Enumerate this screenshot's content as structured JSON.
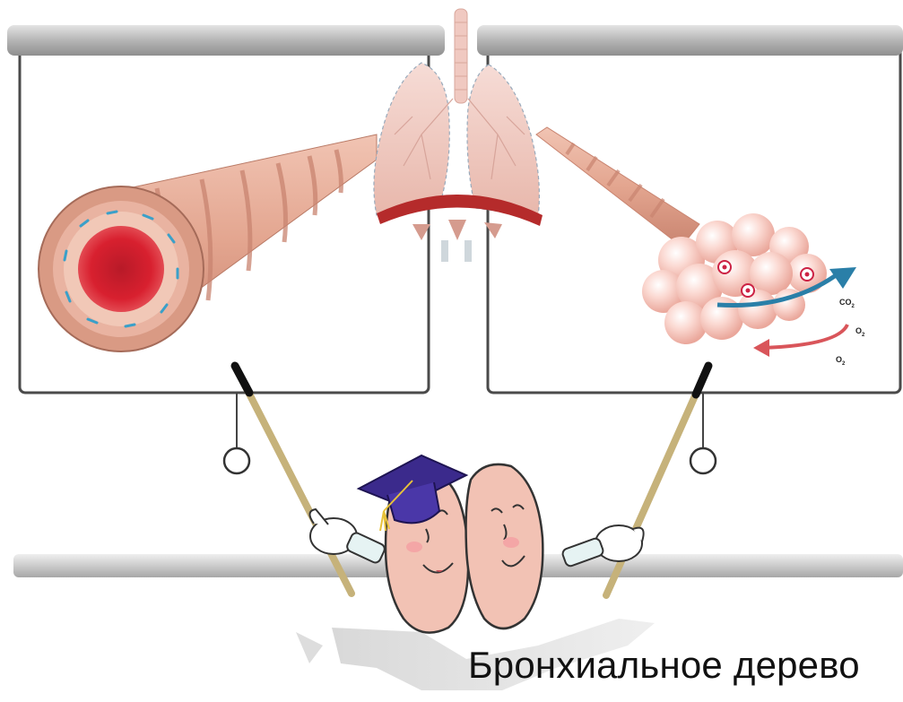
{
  "caption": "Бронхиальное дерево",
  "gas_labels": {
    "co2": "CO",
    "co2_sub": "2",
    "o2_in": "O",
    "o2_in_sub": "2",
    "o2_out": "O",
    "o2_out_sub": "2"
  },
  "colors": {
    "roller": "#b9b9b9",
    "screen_border": "#4a4a4a",
    "bronchus_outer": "#d99a84",
    "bronchus_lumen": "#d8202f",
    "alveoli": "#f5c6bd",
    "co2_arrow": "#2a7fa8",
    "o2_arrow": "#d9555a",
    "lung_mascot": "#f2c2b4",
    "mortarboard": "#3b2a8c",
    "pointer_stick": "#c6b27a"
  },
  "icons": [
    "bronchus-cross-section-icon",
    "lungs-icon",
    "alveoli-icon",
    "lung-mascot-icon",
    "mortarboard-icon"
  ]
}
